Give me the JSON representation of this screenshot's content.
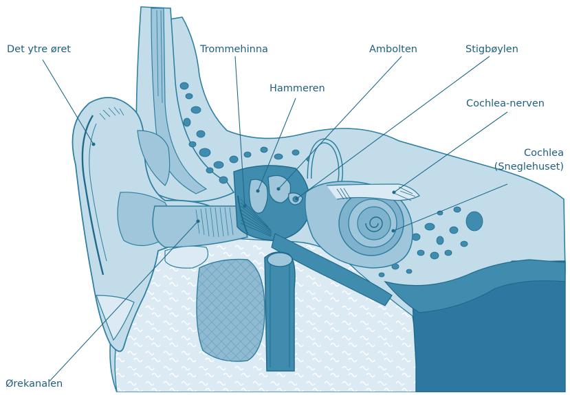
{
  "colors": {
    "line": "#1f6a8a",
    "outline": "#2f7fa0",
    "text": "#1f5f7e",
    "fill_pale": "#dcebf3",
    "fill_light": "#c3dce9",
    "fill_mid": "#9fc6da",
    "fill_medium": "#7fb2cc",
    "fill_dark": "#3f8cae",
    "fill_deep": "#2d78a0"
  },
  "labels": {
    "outer_ear": "Det ytre øret",
    "ear_canal": "Ørekanalen",
    "eardrum": "Trommehinna",
    "hammer": "Hammeren",
    "anvil": "Ambolten",
    "stirrup": "Stigbøylen",
    "cochlear_nerve": "Cochlea-nerven",
    "cochlea_line1": "Cochlea",
    "cochlea_line2": "(Sneglehuset)"
  }
}
